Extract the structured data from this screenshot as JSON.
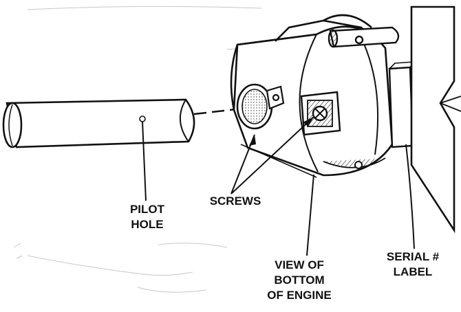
{
  "diagram": {
    "labels": {
      "pilot_hole": [
        "PILOT",
        "HOLE"
      ],
      "screws": [
        "SCREWS"
      ],
      "serial_label": [
        "SERIAL #",
        "LABEL"
      ],
      "view_of_bottom": [
        "VIEW OF",
        "BOTTOM",
        "OF ENGINE"
      ]
    },
    "colors": {
      "ink": "#111111",
      "paper": "#ffffff",
      "speckle": "#9a9a9a"
    }
  }
}
